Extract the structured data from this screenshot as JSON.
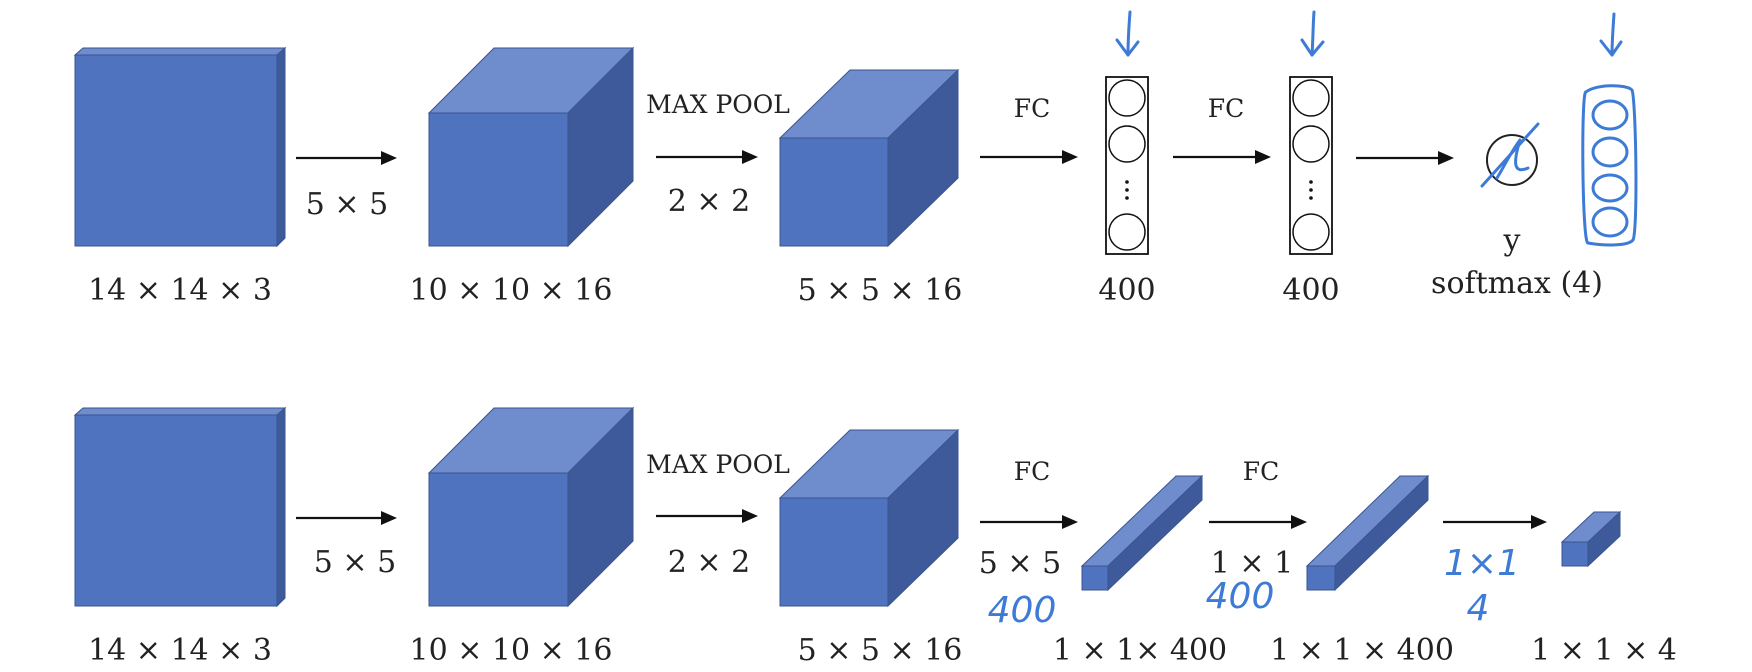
{
  "colors": {
    "cube_front": "#4f73bf",
    "cube_top": "#6f8ccc",
    "cube_side": "#3e5a9a",
    "handwriting": "#3d7bd6"
  },
  "top_row": {
    "vol1_label": "14 × 14 × 3",
    "op1_label": "5 × 5",
    "vol2_label": "10 × 10 × 16",
    "pool_label": "MAX POOL",
    "pool_size_label": "2 × 2",
    "vol3_label": "5 × 5 × 16",
    "fc1_label": "FC",
    "fc1_units": "400",
    "fc2_label": "FC",
    "fc2_units": "400",
    "output_symbol": "y",
    "output_label": "softmax (4)"
  },
  "bottom_row": {
    "vol1_label": "14 × 14 × 3",
    "op1_label": "5 × 5",
    "vol2_label": "10 × 10 × 16",
    "pool_label": "MAX POOL",
    "pool_size_label": "2 × 2",
    "vol3_label": "5 × 5 × 16",
    "fc1_label": "FC",
    "fc1_kernel_label": "5 × 5",
    "fc1_volume_label": "1 × 1× 400",
    "fc2_label": "FC",
    "fc2_kernel_label": "1 × 1",
    "fc2_volume_label": "1 × 1 × 400",
    "out_volume_label": "1 × 1 × 4"
  },
  "annotations": {
    "note_fc1_filters": "400",
    "note_fc2_filters": "400",
    "note_out_kernel": "1×1",
    "note_out_filters": "4"
  }
}
